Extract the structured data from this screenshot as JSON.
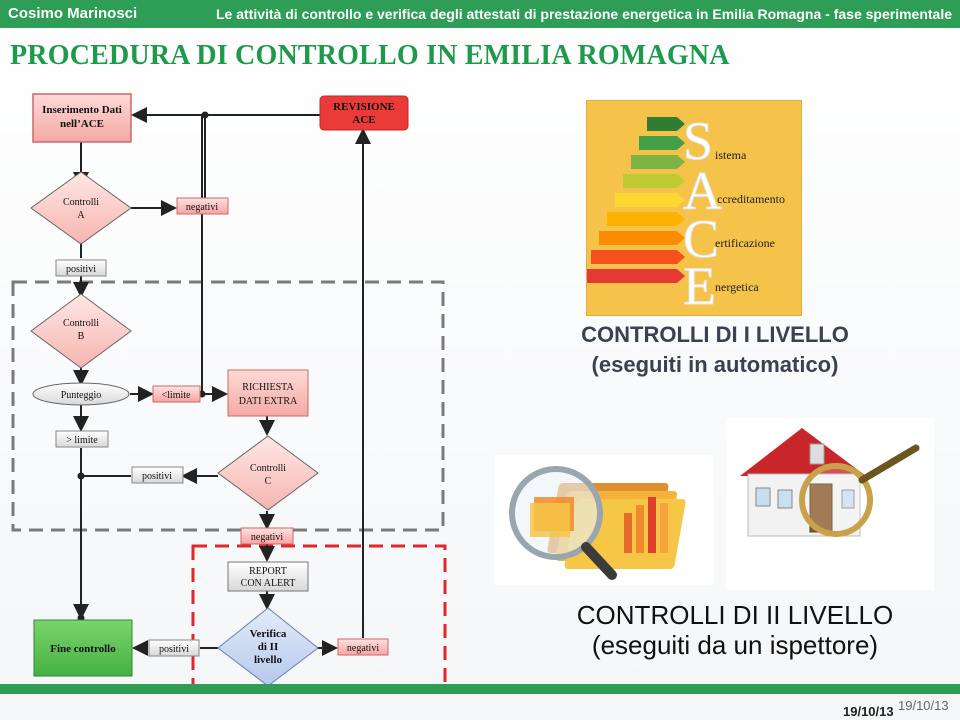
{
  "header": {
    "author": "Cosimo Marinosci",
    "subtitle": "Le attività di controllo e verifica degli attestati di prestazione energetica in Emilia Romagna - fase sperimentale"
  },
  "slide": {
    "title": "PROCEDURA DI CONTROLLO IN EMILIA ROMAGNA"
  },
  "flowchart": {
    "inserimento": [
      "Inserimento Dati",
      "nell’ACE"
    ],
    "revisione": [
      "REVISIONE",
      "ACE"
    ],
    "controlli_a": [
      "Controlli",
      "A"
    ],
    "negativi_a": "negativi",
    "positivi_a": "positivi",
    "controlli_b": [
      "Controlli",
      "B"
    ],
    "punteggio": "Punteggio",
    "limite_minore": "<limite",
    "richiesta": [
      "RICHIESTA",
      "DATI EXTRA"
    ],
    "limite_maggiore": "> limite",
    "positivi_c": "positivi",
    "controlli_c": [
      "Controlli",
      "C"
    ],
    "negativi_c": "negativi",
    "report": [
      "REPORT",
      "CON ALERT"
    ],
    "fine": "Fine controllo",
    "positivi_ii": "positivi",
    "verifica": [
      "Verifica",
      "di II",
      "livello"
    ],
    "negativi_ii": "negativi"
  },
  "sace": {
    "letters": [
      "S",
      "A",
      "C",
      "E"
    ],
    "words": [
      "istema",
      "ccreditamento",
      "ertificazione",
      "nergetica"
    ],
    "bar_colors": [
      "#2e7d32",
      "#43a047",
      "#7cb342",
      "#c0ca33",
      "#fdd835",
      "#ffb300",
      "#fb8c00",
      "#f4511e",
      "#e53935"
    ]
  },
  "captions": {
    "first_level_title": "CONTROLLI DI I LIVELLO",
    "first_level_sub": "(eseguiti in automatico)",
    "second_level_title": "CONTROLLI DI II LIVELLO",
    "second_level_sub": "(eseguiti da un ispettore)"
  },
  "footer": {
    "date_primary": "19/10/13",
    "date_secondary": "19/10/13"
  }
}
